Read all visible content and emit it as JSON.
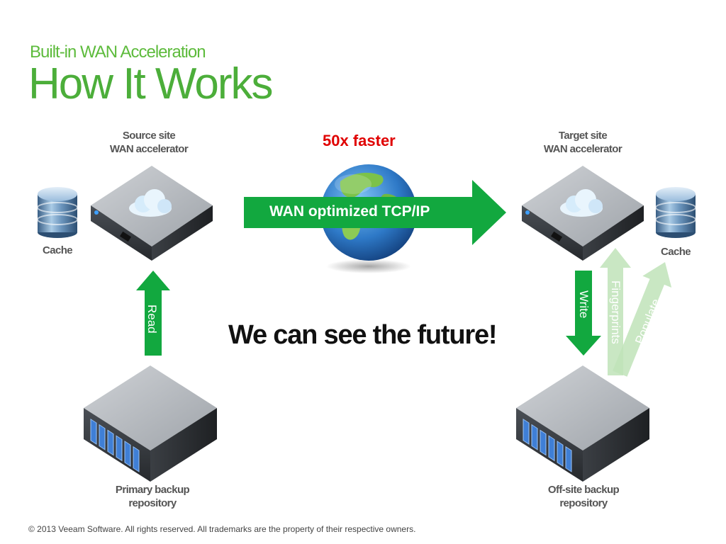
{
  "slide": {
    "subtitle": "Built-in WAN Acceleration",
    "title": "How It Works"
  },
  "source": {
    "label_line1": "Source site",
    "label_line2": "WAN accelerator",
    "cache_label": "Cache"
  },
  "target": {
    "label_line1": "Target site",
    "label_line2": "WAN accelerator",
    "cache_label": "Cache"
  },
  "link": {
    "speed_label": "50x faster",
    "arrow_label": "WAN optimized TCP/IP"
  },
  "tagline": "We can see the future!",
  "arrows": {
    "read": "Read",
    "write": "Write",
    "fingerprints": "Fingerprints",
    "populate": "Populate"
  },
  "repositories": {
    "primary_line1": "Primary backup",
    "primary_line2": "repository",
    "offsite_line1": "Off-site backup",
    "offsite_line2": "repository"
  },
  "footer": "© 2013 Veeam Software. All rights reserved. All trademarks are the property of their respective owners.",
  "colors": {
    "title_green": "#4cae3a",
    "arrow_green": "#12a83f",
    "faded_green": "#bfe3b8",
    "alert_red": "#e00000"
  },
  "icons": [
    "database-icon",
    "server-cloud-icon",
    "globe-icon",
    "storage-array-icon"
  ]
}
